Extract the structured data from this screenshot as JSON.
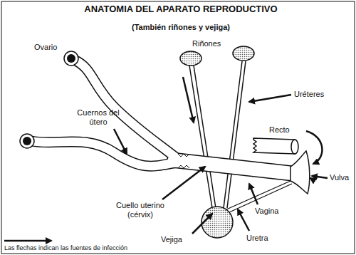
{
  "diagram": {
    "title": "ANATOMIA DEL APARATO REPRODUCTIVO",
    "labels": [
      "(También riñones y vejiga)",
      "Ovario",
      "Riñones",
      "Uréteres",
      "Recto",
      "Cuernos del útero",
      "Vulva",
      "Cuello uterino (cérvix)",
      "Vagina",
      "Vejiga",
      "Uretra"
    ],
    "legend": [
      {
        "text": "Las flechas indican las fuentes de infección"
      }
    ]
  }
}
